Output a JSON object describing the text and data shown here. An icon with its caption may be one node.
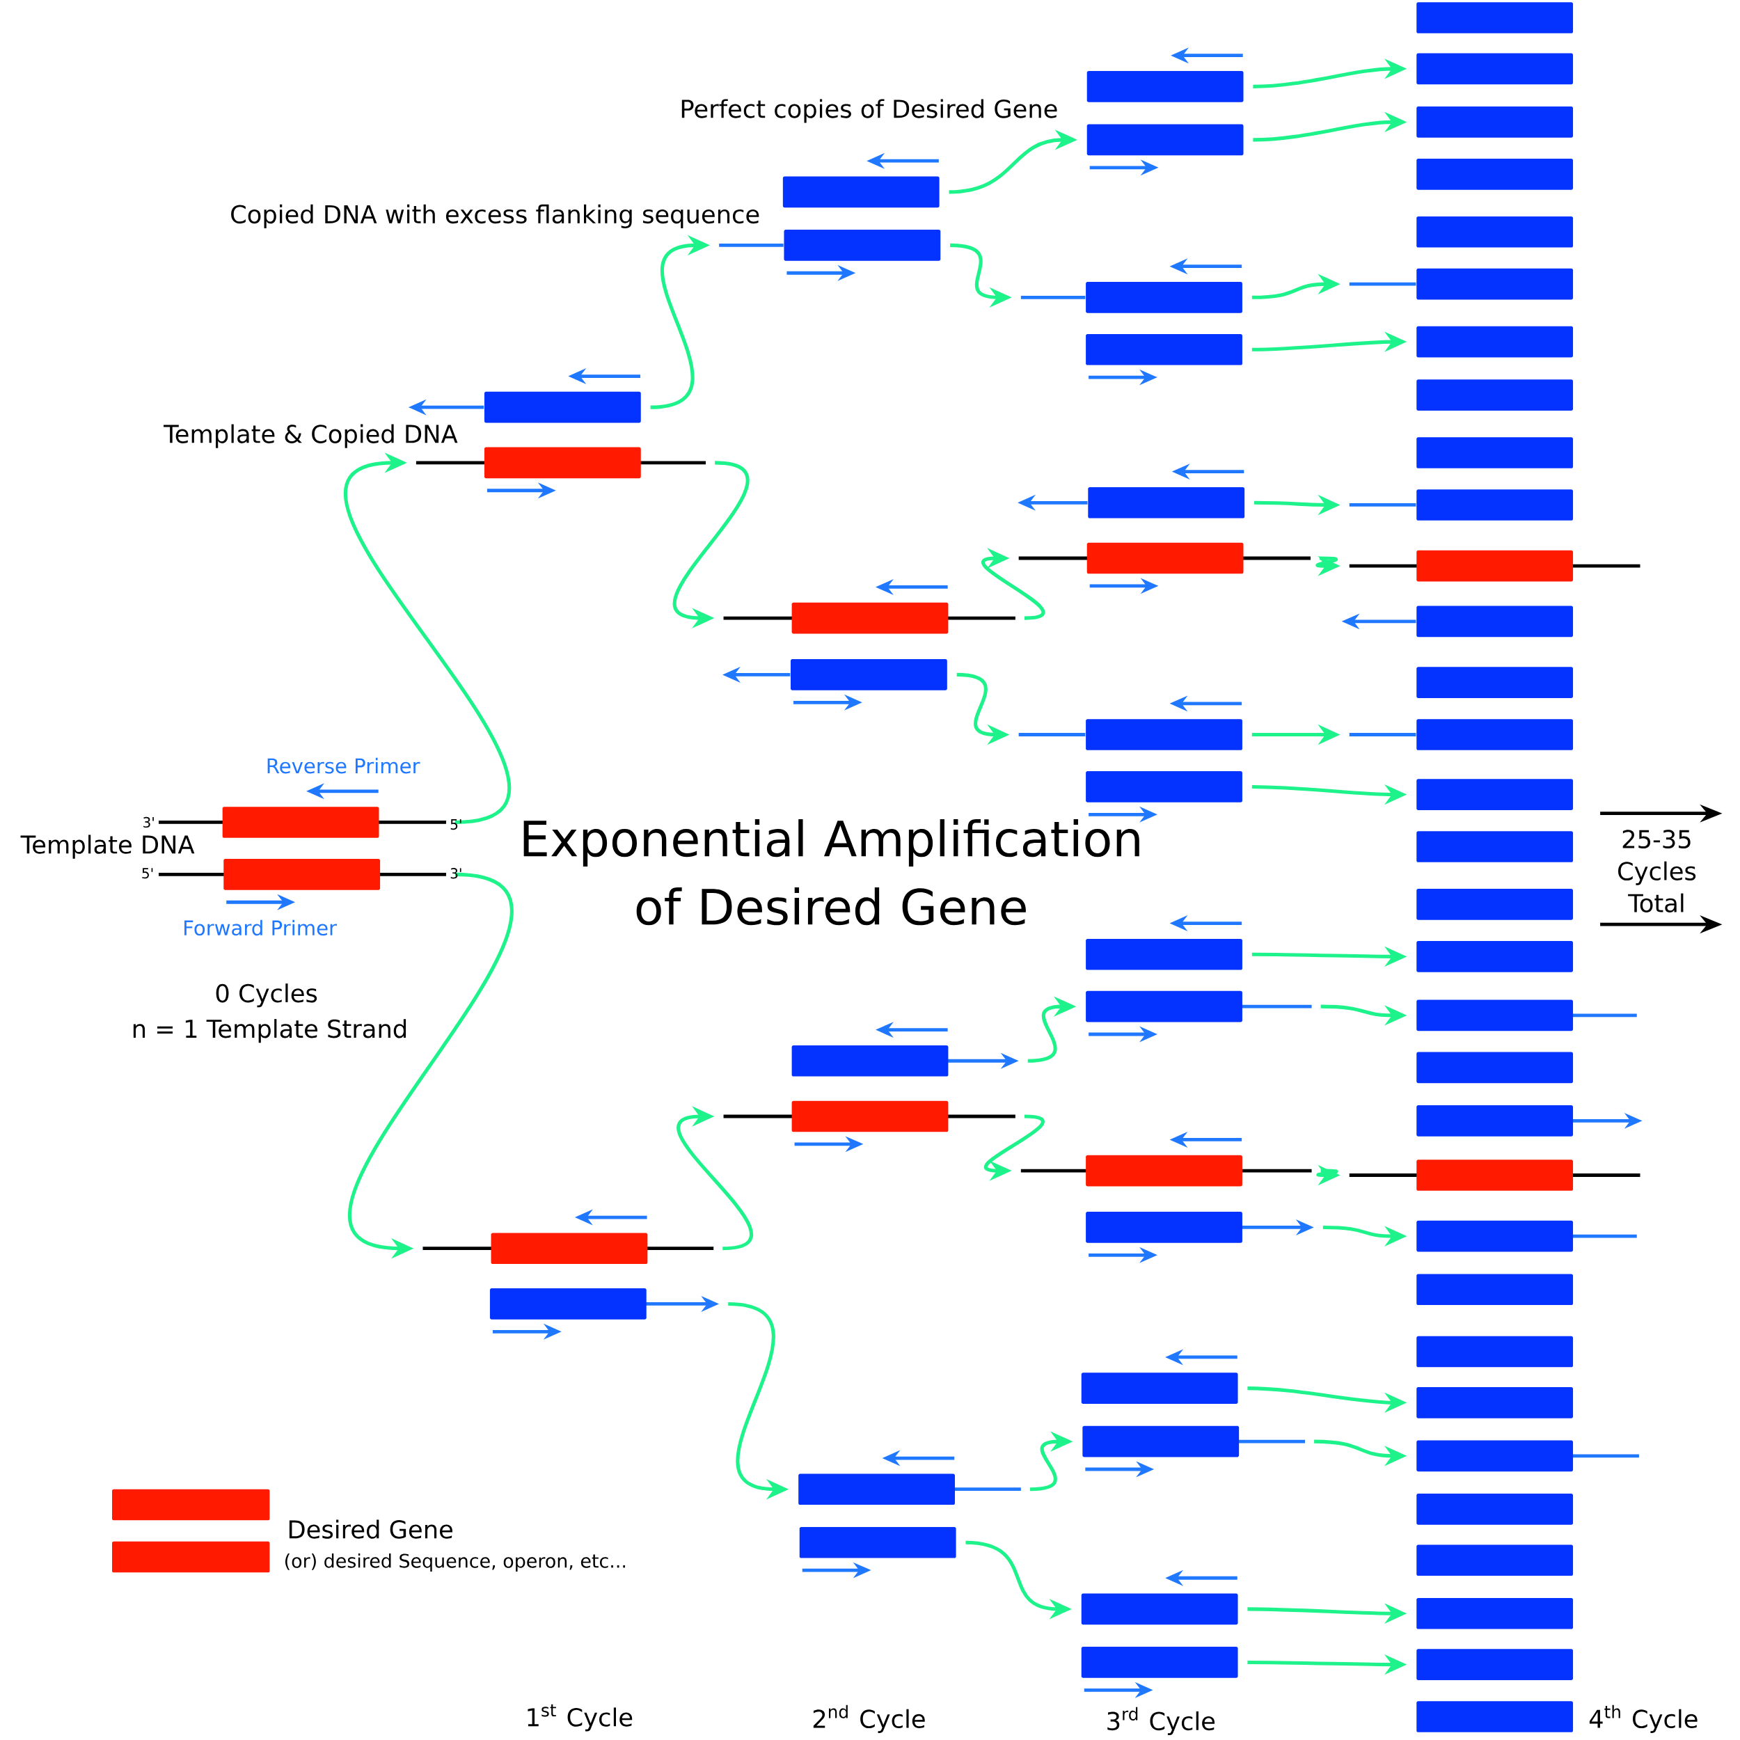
{
  "diagram": {
    "title": "Exponential Amplification of Desired Gene",
    "nodes": [
      {
        "text": [],
        "shape": "bar"
      },
      {
        "text": [],
        "shape": "bar"
      },
      {
        "text": [],
        "shape": "bar"
      },
      {
        "text": [],
        "shape": "bar"
      },
      {
        "text": [],
        "shape": "bar"
      },
      {
        "text": [],
        "shape": "bar"
      },
      {
        "text": [],
        "shape": "bar"
      },
      {
        "text": [],
        "shape": "bar"
      },
      {
        "text": [],
        "shape": "bar"
      },
      {
        "text": [],
        "shape": "bar"
      },
      {
        "text": [],
        "shape": "bar"
      },
      {
        "text": [],
        "shape": "bar"
      },
      {
        "text": [],
        "shape": "bar"
      },
      {
        "text": [],
        "shape": "bar"
      },
      {
        "text": [],
        "shape": "bar"
      },
      {
        "text": [],
        "shape": "bar"
      },
      {
        "text": [],
        "shape": "bar"
      },
      {
        "text": [],
        "shape": "bar"
      },
      {
        "text": [],
        "shape": "bar"
      },
      {
        "text": [],
        "shape": "bar"
      },
      {
        "text": [],
        "shape": "bar"
      },
      {
        "text": [],
        "shape": "bar"
      },
      {
        "text": [],
        "shape": "bar"
      },
      {
        "text": [],
        "shape": "bar"
      },
      {
        "text": [],
        "shape": "bar"
      },
      {
        "text": [],
        "shape": "bar"
      },
      {
        "text": [],
        "shape": "bar"
      },
      {
        "text": [],
        "shape": "bar"
      },
      {
        "text": [],
        "shape": "bar"
      },
      {
        "text": [],
        "shape": "bar"
      },
      {
        "text": [],
        "shape": "bar"
      },
      {
        "text": [],
        "shape": "bar"
      },
      {
        "text": [],
        "shape": "bar"
      },
      {
        "text": [],
        "shape": "bar"
      },
      {
        "text": [],
        "shape": "bar"
      },
      {
        "text": [],
        "shape": "bar"
      },
      {
        "text": [],
        "shape": "bar"
      },
      {
        "text": [],
        "shape": "bar"
      },
      {
        "text": [],
        "shape": "bar"
      },
      {
        "text": [],
        "shape": "bar"
      },
      {
        "text": [],
        "shape": "bar"
      },
      {
        "text": [],
        "shape": "bar"
      },
      {
        "text": [],
        "shape": "bar"
      },
      {
        "text": [],
        "shape": "bar"
      },
      {
        "text": [],
        "shape": "bar"
      },
      {
        "text": [],
        "shape": "bar"
      },
      {
        "text": [],
        "shape": "bar"
      },
      {
        "text": [],
        "shape": "bar"
      },
      {
        "text": [],
        "shape": "bar"
      },
      {
        "text": [],
        "shape": "bar"
      },
      {
        "text": [],
        "shape": "bar"
      },
      {
        "text": [],
        "shape": "bar"
      },
      {
        "text": [],
        "shape": "bar"
      },
      {
        "text": [],
        "shape": "bar"
      },
      {
        "text": [],
        "shape": "bar"
      },
      {
        "text": [],
        "shape": "bar"
      },
      {
        "text": [],
        "shape": "bar"
      },
      {
        "text": [],
        "shape": "bar"
      },
      {
        "text": [],
        "shape": "bar"
      },
      {
        "text": [],
        "shape": "bar"
      },
      {
        "text": [],
        "shape": "bar"
      },
      {
        "text": [],
        "shape": "bar"
      }
    ],
    "edges": [
      {
        "from": 0,
        "to": 3,
        "arrow": "to"
      },
      {
        "from": 1,
        "to": 4,
        "arrow": "to"
      },
      {
        "from": 2,
        "to": 7,
        "arrow": "to"
      },
      {
        "from": 3,
        "to": 8,
        "arrow": "to"
      },
      {
        "from": 4,
        "to": 11,
        "arrow": "to"
      },
      {
        "from": 5,
        "to": 12,
        "arrow": "to"
      },
      {
        "from": 6,
        "to": 15,
        "arrow": "to"
      },
      {
        "from": 7,
        "to": 16,
        "arrow": "to"
      },
      {
        "from": 8,
        "to": 19,
        "arrow": "to"
      },
      {
        "from": 9,
        "to": 20,
        "arrow": "to"
      },
      {
        "from": 10,
        "to": 23,
        "arrow": "to"
      },
      {
        "from": 11,
        "to": 24,
        "arrow": "to"
      },
      {
        "from": 12,
        "to": 27,
        "arrow": "to"
      },
      {
        "from": 13,
        "to": 28,
        "arrow": "to"
      },
      {
        "from": 14,
        "to": 31,
        "arrow": "to"
      },
      {
        "from": 15,
        "to": 32,
        "arrow": "to"
      },
      {
        "from": 16,
        "to": 35,
        "arrow": "to"
      },
      {
        "from": 17,
        "to": 36,
        "arrow": "to"
      },
      {
        "from": 18,
        "to": 39,
        "arrow": "to"
      },
      {
        "from": 19,
        "to": 40,
        "arrow": "to"
      },
      {
        "from": 20,
        "to": 43,
        "arrow": "to"
      },
      {
        "from": 21,
        "to": 44,
        "arrow": "to"
      },
      {
        "from": 22,
        "to": 47,
        "arrow": "to"
      },
      {
        "from": 23,
        "to": 48,
        "arrow": "to"
      },
      {
        "from": 24,
        "to": 51,
        "arrow": "to"
      },
      {
        "from": 25,
        "to": 52,
        "arrow": "to"
      },
      {
        "from": 26,
        "to": 55,
        "arrow": "to"
      },
      {
        "from": 27,
        "to": 56,
        "arrow": "to"
      },
      {
        "from": 28,
        "to": 59,
        "arrow": "to"
      },
      {
        "from": 29,
        "to": 60,
        "arrow": "to"
      }
    ],
    "labels": [
      "Perfect copies of Desired Gene",
      "Copied DNA with excess flanking sequence",
      "Template & Copied DNA",
      "Reverse Primer",
      "3'",
      "5'",
      "Template DNA",
      "5'",
      "3'",
      "Forward Primer",
      "0 Cycles",
      "n = 1 Template Strand",
      "25-35 Cycles Total",
      "1$^{st}$ Cycle",
      "2$^{nd}$ Cycle",
      "3$^{rd}$ Cycle",
      "4$^{th}$ Cycle"
    ],
    "legend": [
      {
        "text": "Desired Gene",
        "color": "#ff1a00"
      },
      {
        "text": "(or) desired Sequence, operon, etc...",
        "color": "#ff1a00"
      }
    ]
  }
}
